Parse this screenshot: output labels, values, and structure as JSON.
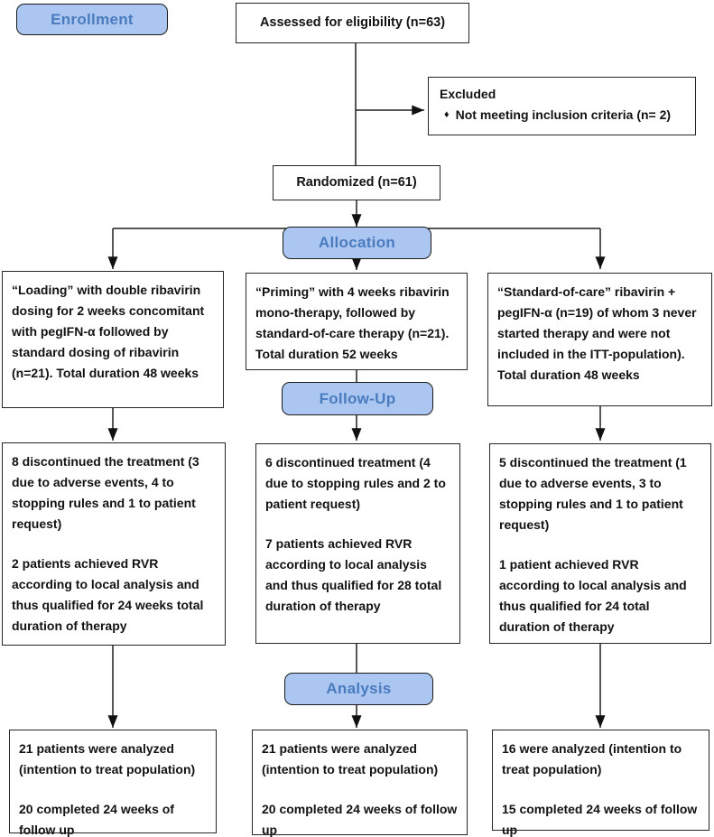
{
  "colors": {
    "stage_label_fill": "#abc6f0",
    "stage_label_text": "#4a7bbf",
    "stage_label_border": "#1a1a1a",
    "box_border": "#262626",
    "connector_line": "#1f1f1f",
    "background": "#ffffff"
  },
  "stages": {
    "enrollment": "Enrollment",
    "allocation": "Allocation",
    "follow_up": "Follow-Up",
    "analysis": "Analysis"
  },
  "flow": {
    "assessed": "Assessed for eligibility (n=63)",
    "excluded": {
      "title": "Excluded",
      "bullet_glyph": "♦",
      "item": "Not meeting inclusion criteria (n= 2)"
    },
    "randomized": "Randomized (n=61)",
    "arms": [
      {
        "allocation": "“Loading” with double ribavirin dosing for 2 weeks concomitant with pegIFN-α followed by standard dosing of ribavirin (n=21). Total duration 48 weeks",
        "followup_p1": "8 discontinued the treatment (3 due to adverse events, 4 to stopping rules and 1 to patient request)",
        "followup_p2": "2 patients achieved RVR according to local analysis and thus qualified for 24 weeks total duration of therapy",
        "analysis_p1": "21 patients were analyzed (intention to treat population)",
        "analysis_p2": "20 completed 24 weeks of follow up"
      },
      {
        "allocation": "“Priming” with 4 weeks ribavirin mono-therapy, followed by standard-of-care therapy (n=21). Total duration 52 weeks",
        "followup_p1": "6 discontinued treatment (4 due to stopping rules and 2 to patient request)",
        "followup_p2": "7 patients achieved RVR according to local analysis and thus qualified for 28 total duration of therapy",
        "analysis_p1": "21 patients were analyzed (intention to treat population)",
        "analysis_p2": "20 completed 24 weeks of follow up"
      },
      {
        "allocation": "“Standard-of-care” ribavirin + pegIFN-α (n=19) of whom 3 never started therapy and were not included in the ITT-population). Total duration 48 weeks",
        "followup_p1": "5 discontinued the treatment (1 due to adverse events, 3 to stopping rules and 1 to patient request)",
        "followup_p2": "1 patient achieved RVR according to local analysis and thus qualified for 24 total duration of therapy",
        "analysis_p1": "16 were analyzed (intention to treat population)",
        "analysis_p2": "15 completed 24 weeks of follow up"
      }
    ]
  }
}
